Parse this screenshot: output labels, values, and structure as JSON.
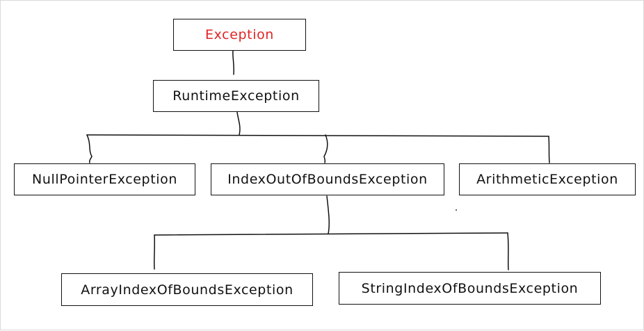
{
  "diagram": {
    "colors": {
      "root_text": "#e02424",
      "node_text": "#111111",
      "line": "#111111"
    },
    "nodes": {
      "exception": "Exception",
      "runtime_exception": "RuntimeException",
      "null_pointer_exception": "NullPointerException",
      "index_out_of_bounds_exception": "IndexOutOfBoundsException",
      "arithmetic_exception": "ArithmeticException",
      "array_index_of_bounds_exception": "ArrayIndexOfBoundsException",
      "string_index_of_bounds_exception": "StringIndexOfBoundsException"
    }
  }
}
